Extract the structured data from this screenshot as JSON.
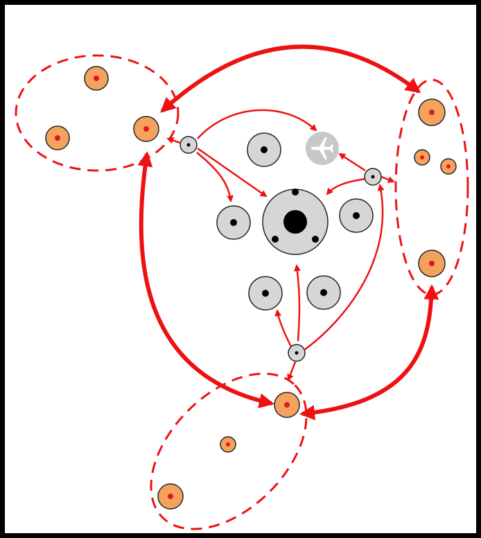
{
  "diagram": {
    "colors": {
      "arrow": "#ee1111",
      "cluster_outline": "#ee1111",
      "orange_fill": "#f4a35f",
      "orange_core": "#e8141c",
      "gray_fill": "#d6d6d6",
      "gray_core": "#000000",
      "icon_fill": "#c8c8c8",
      "icon_glyph": "#ffffff",
      "frame": "#000000"
    },
    "node_groups": {
      "clusters": [
        "cluster-left",
        "cluster-right",
        "cluster-bottom"
      ],
      "orange_nodes": 10,
      "gray_nodes": 7,
      "relay_nodes": 3,
      "icons": [
        "airplane-icon"
      ]
    }
  }
}
